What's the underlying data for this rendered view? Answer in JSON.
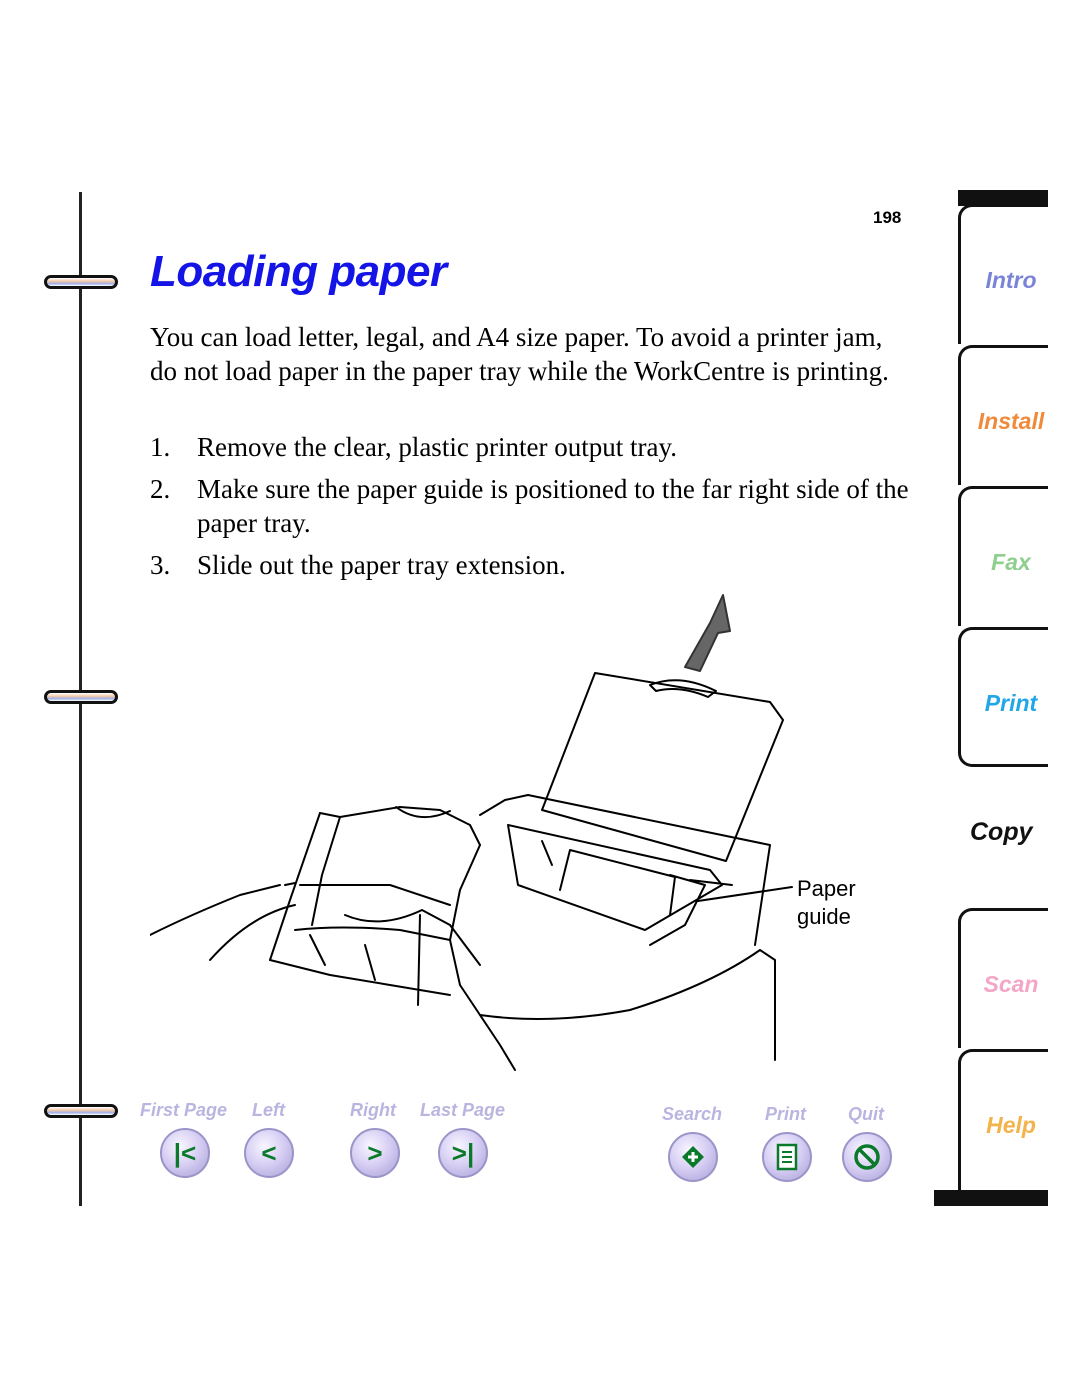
{
  "page_number": "198",
  "title": "Loading paper",
  "intro": "You can load letter, legal, and A4 size paper. To avoid a printer jam, do not load paper in the paper tray while the WorkCentre is printing.",
  "steps": [
    {
      "num": "1.",
      "text": "Remove the clear, plastic printer output tray."
    },
    {
      "num": "2.",
      "text": "Make sure the paper guide is positioned to the far right side of the paper tray."
    },
    {
      "num": "3.",
      "text": "Slide out the paper tray extension."
    }
  ],
  "figure": {
    "callout": [
      "Paper",
      "guide"
    ]
  },
  "nav": {
    "first_page": "First Page",
    "left": "Left",
    "right": "Right",
    "last_page": "Last Page",
    "search": "Search",
    "print": "Print",
    "quit": "Quit"
  },
  "tabs": {
    "intro": "Intro",
    "install": "Install",
    "fax": "Fax",
    "print": "Print",
    "copy": "Copy",
    "scan": "Scan",
    "help": "Help"
  },
  "colors": {
    "title": "#1414e6",
    "nav_label": "#b9b5e0",
    "nav_glyph": "#0a7a2a",
    "intro_tab": "#7a84d6",
    "install_tab": "#f08a3a",
    "fax_tab": "#8fce8f",
    "print_tab": "#21a6e8",
    "scan_tab": "#f4a6c6",
    "help_tab": "#f4b24a"
  },
  "icons": {
    "first_page": "first-page-icon",
    "left": "left-arrow-icon",
    "right": "right-arrow-icon",
    "last_page": "last-page-icon",
    "search": "search-icon",
    "print": "print-icon",
    "quit": "quit-icon"
  }
}
